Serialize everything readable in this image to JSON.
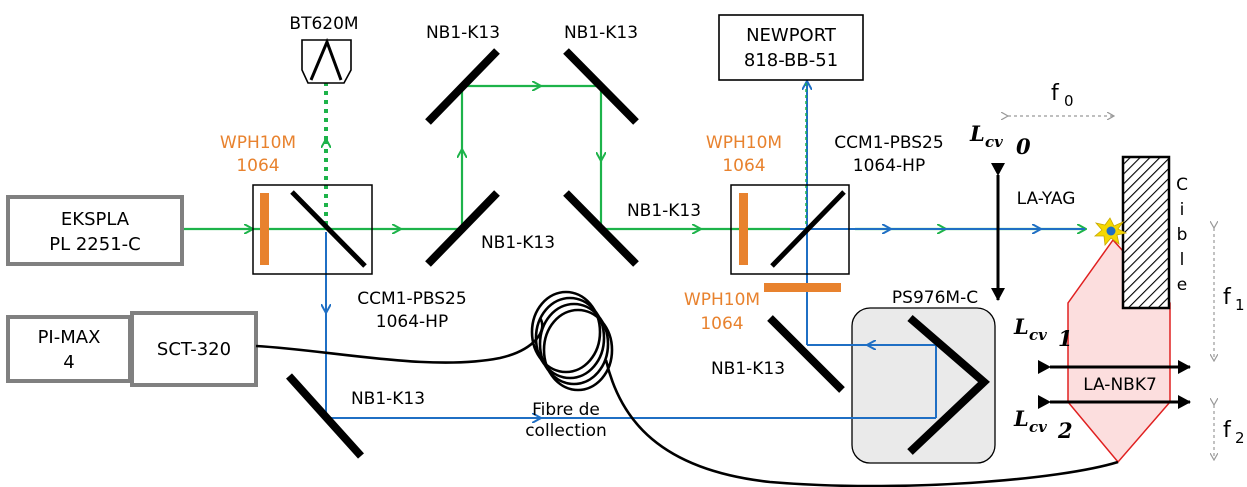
{
  "laser": {
    "line1": "EKSPLA",
    "line2": "PL 2251-C"
  },
  "camera": {
    "label": "BT620M"
  },
  "power_meter": {
    "line1": "NEWPORT",
    "line2": "818-BB-51"
  },
  "detector": {
    "line1": "PI-MAX",
    "line2": "4"
  },
  "spectrometer": {
    "label": "SCT-320"
  },
  "mirrors": {
    "m1": "NB1-K13",
    "m2": "NB1-K13",
    "m3": "NB1-K13",
    "m4": "NB1-K13",
    "m5": "NB1-K13",
    "m6": "NB1-K13"
  },
  "waveplates": {
    "wp1_line1": "WPH10M",
    "wp1_line2": "1064",
    "wp2_line1": "WPH10M",
    "wp2_line2": "1064",
    "wp3_line1": "WPH10M",
    "wp3_line2": "1064"
  },
  "beamsplitters": {
    "bs1_line1": "CCM1-PBS25",
    "bs1_line2": "1064-HP",
    "bs2_line1": "CCM1-PBS25",
    "bs2_line2": "1064-HP"
  },
  "retroreflector": {
    "label": "PS976M-C"
  },
  "lenses": {
    "l0_main": "L",
    "l0_sub": "cv",
    "l0_idx": "0",
    "l0_name": "LA-YAG",
    "l1_main": "L",
    "l1_sub": "cv",
    "l1_idx": "1",
    "l2_main": "L",
    "l2_sub": "cv",
    "l2_idx": "2",
    "l12_name": "LA-NBK7"
  },
  "target": {
    "chars": [
      "C",
      "i",
      "b",
      "l",
      "e"
    ]
  },
  "fiber": {
    "line1": "Fibre de",
    "line2": "collection"
  },
  "focals": {
    "f0_main": "f",
    "f0_sub": "0",
    "f1_main": "f",
    "f1_sub": "1",
    "f2_main": "f",
    "f2_sub": "2"
  },
  "colors": {
    "green_beam": "#1db34a",
    "blue_beam": "#1f6fc4",
    "orange_optic": "#e8822e",
    "gray_box": "#808080",
    "red_collection": "#e02020"
  }
}
